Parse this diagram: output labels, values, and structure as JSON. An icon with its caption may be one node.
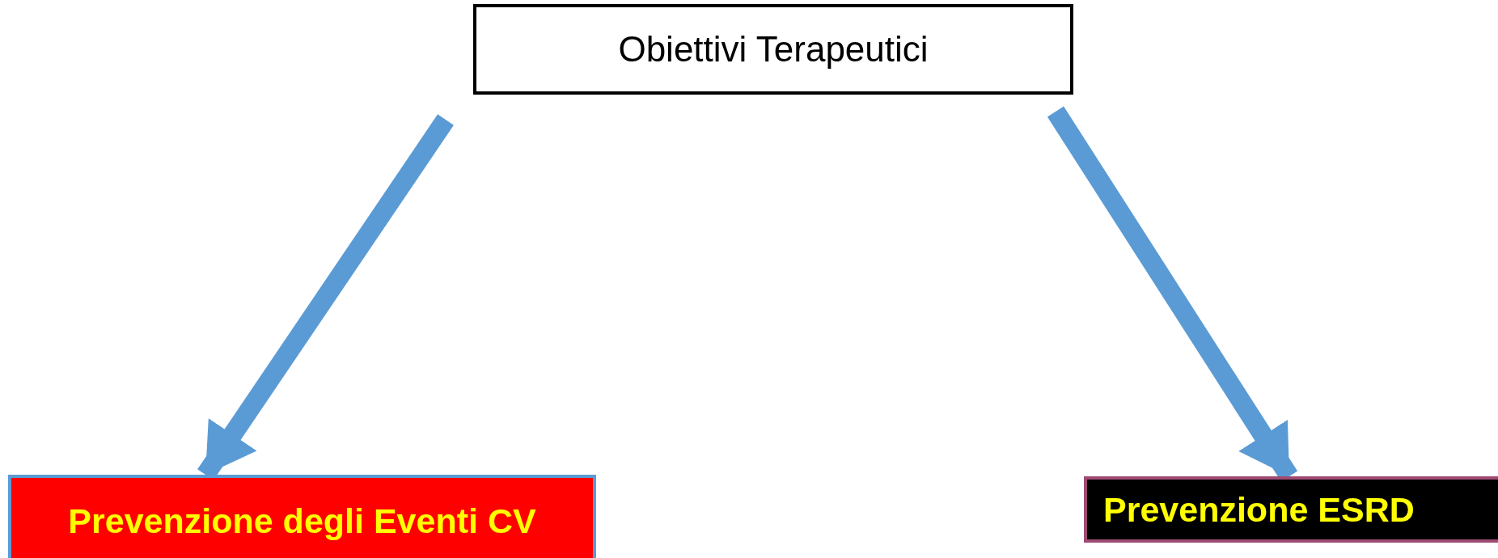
{
  "diagram": {
    "nodes": [
      {
        "text": [
          "Obiettivi Terapeutici"
        ]
      },
      {
        "text": [
          "Prevenzione degli Eventi CV"
        ]
      },
      {
        "text": [
          "Prevenzione ESRD"
        ]
      }
    ],
    "edges": [
      {
        "from": 0,
        "to": 1,
        "arrow": "to"
      },
      {
        "from": 0,
        "to": 2,
        "arrow": "to"
      }
    ]
  }
}
